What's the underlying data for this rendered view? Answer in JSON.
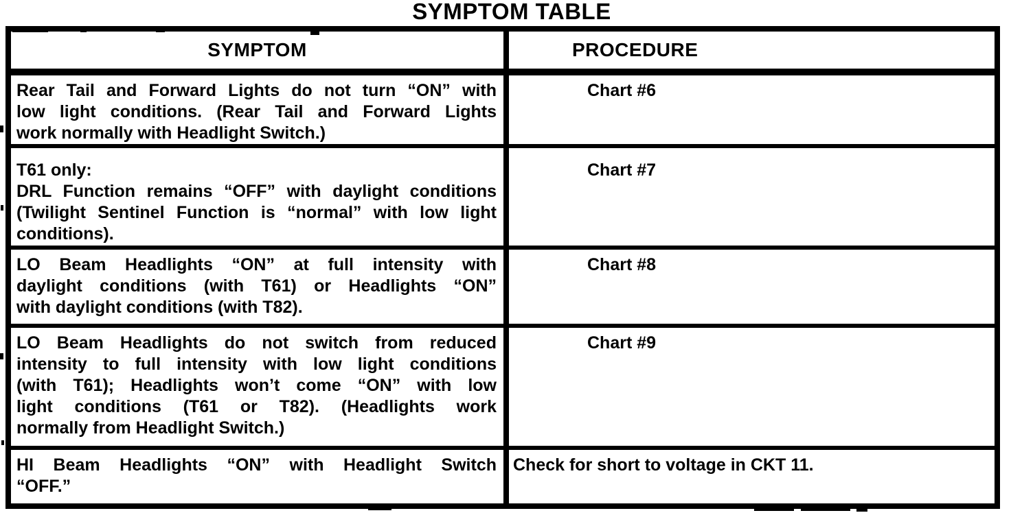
{
  "title": "SYMPTOM TABLE",
  "table": {
    "columns": [
      "SYMPTOM",
      "PROCEDURE"
    ],
    "rows": [
      {
        "symptom": "Rear Tail and Forward Lights do not turn “ON” with low light conditions. (Rear Tail and Forward Lights work normally with Headlight Switch.)",
        "symptom_lines": [
          [
            "Rear Tail and Forward Lights do not turn “ON” with",
            "low light conditions.  (Rear Tail and Forward Lights",
            "work normally with Headlight Switch.)"
          ]
        ],
        "procedure": "Chart #6"
      },
      {
        "symptom": "T61 only: DRL Function remains “OFF” with daylight conditions (Twilight Sentinel Function is “normal” with low light conditions).",
        "symptom_lines": [
          [
            "T61 only:"
          ],
          [
            "DRL Function remains “OFF” with daylight conditions",
            "(Twilight Sentinel Function is “normal” with low light",
            "conditions)."
          ]
        ],
        "procedure": "Chart #7"
      },
      {
        "symptom": "LO Beam Headlights “ON” at full intensity with daylight conditions (with T61) or Headlights “ON” with daylight conditions (with T82).",
        "symptom_lines": [
          [
            "LO Beam Headlights “ON” at full intensity with",
            "daylight conditions (with T61) or Headlights “ON”",
            "with daylight conditions (with T82)."
          ]
        ],
        "procedure": "Chart #8"
      },
      {
        "symptom": "LO Beam Headlights do not switch from reduced intensity to full intensity with low light conditions (with T61); Headlights won’t come “ON” with low light conditions (T61 or T82). (Headlights work normally from Headlight Switch.)",
        "symptom_lines": [
          [
            "LO Beam Headlights do not switch from reduced",
            "intensity to full intensity with low light conditions",
            "(with T61); Headlights won’t come “ON” with low",
            "light conditions (T61 or T82).  (Headlights work",
            "normally from Headlight Switch.)"
          ]
        ],
        "procedure": "Chart #9"
      },
      {
        "symptom": "HI Beam Headlights “ON” with Headlight Switch “OFF.”",
        "symptom_lines": [
          [
            "HI Beam Headlights “ON” with Headlight Switch",
            "“OFF.”"
          ]
        ],
        "procedure": "Check for short to voltage in CKT 11."
      }
    ]
  }
}
